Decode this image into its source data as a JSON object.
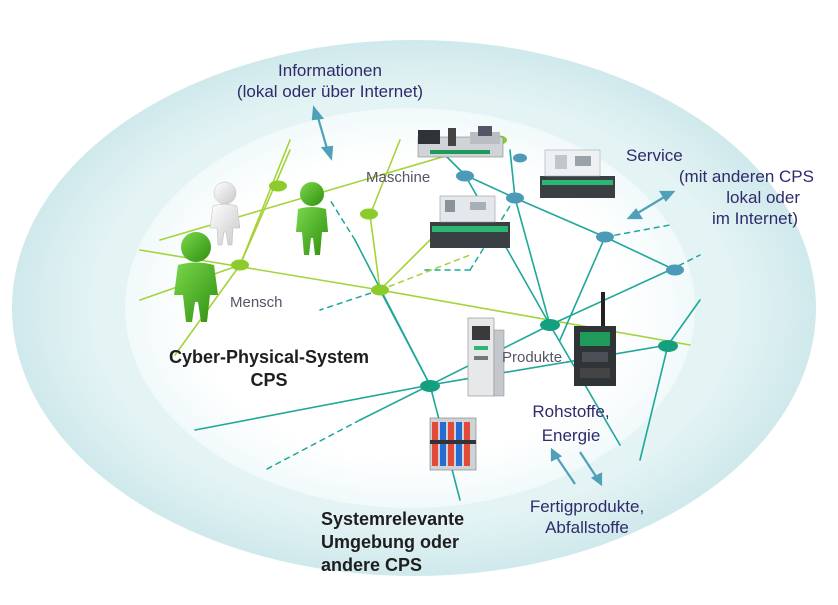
{
  "labels": {
    "informationen": [
      "Informationen",
      "(lokal oder über Internet)"
    ],
    "service": [
      "Service",
      "(mit anderen CPS",
      "lokal oder",
      "im Internet)"
    ],
    "maschine": "Maschine",
    "mensch": "Mensch",
    "produkte": "Produkte",
    "rohstoffe": [
      "Rohstoffe,",
      "Energie"
    ],
    "fertigprodukte": [
      "Fertigprodukte,",
      "Abfallstoffe"
    ],
    "cps": [
      "Cyber-Physical-System",
      "CPS"
    ],
    "umgebung": [
      "Systemrelevante",
      "Umgebung oder",
      "andere CPS"
    ]
  },
  "colors": {
    "outer_ring": "#d9eef0",
    "inner_field": "#ffffff",
    "teal_line": "#1fa79a",
    "green_line": "#9acd32",
    "teal_node": "#16a085",
    "blue_node": "#4a9ab8",
    "green_node": "#8ccc2a",
    "arrow": "#4fa0b8",
    "person_green": "#4caf1f",
    "person_white": "#f2f2f2"
  },
  "icons": {
    "arrow_info": "double-arrow-icon",
    "arrow_service": "double-arrow-icon",
    "arrow_products": "exchange-arrows-icon"
  }
}
